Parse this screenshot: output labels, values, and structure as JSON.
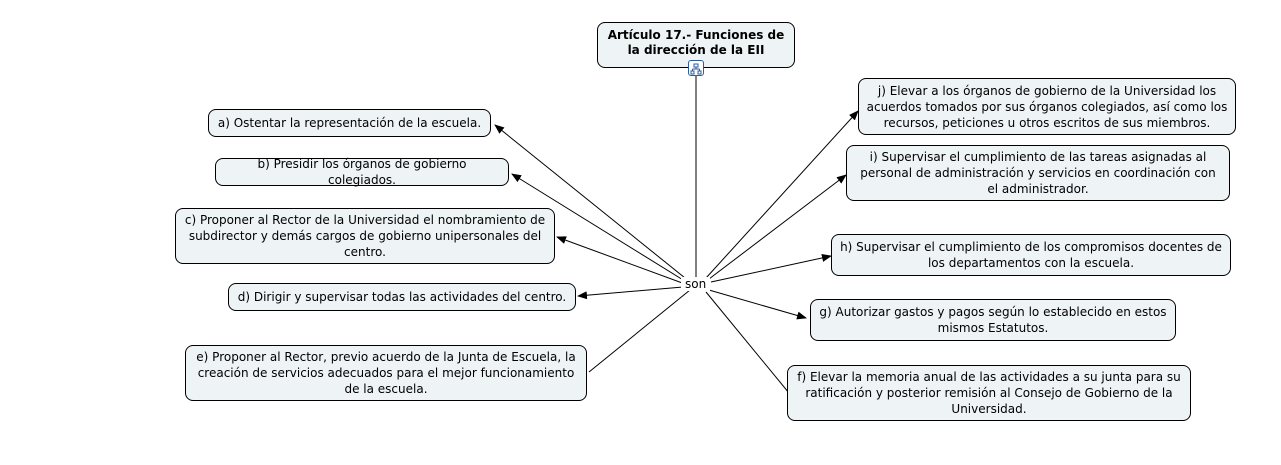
{
  "map": {
    "root": "Artículo 17.- Funciones de la dirección de la EII",
    "linker": "son",
    "concepts": {
      "a": "a) Ostentar la representación de la escuela.",
      "b": "b) Presidir los órganos de gobierno colegiados.",
      "c": "c) Proponer al Rector de la Universidad el nombramiento de subdirector y demás cargos de gobierno unipersonales del centro.",
      "d": "d) Dirigir y supervisar todas las actividades del centro.",
      "e": "e) Proponer al Rector, previo acuerdo de la Junta de Escuela, la creación de servicios adecuados para el mejor funcionamiento de la escuela.",
      "f": "f) Elevar la memoria anual de las actividades a su junta para su ratificación y posterior remisión al Consejo de Gobierno de la Universidad.",
      "g": "g) Autorizar gastos y pagos según lo establecido en estos mismos Estatutos.",
      "h": "h) Supervisar el cumplimiento de los compromisos docentes de los departamentos con la escuela.",
      "i": "i) Supervisar el cumplimiento de las tareas asignadas al personal de administración y servicios en coordinación con el administrador.",
      "j": "j) Elevar a los órganos de gobierno de la Universidad los acuerdos tomados por sus órganos colegiados, así como los recursos, peticiones u otros escritos de sus miembros."
    },
    "icons": {
      "root_icon": "concept-map-icon"
    },
    "colors": {
      "node_fill": "#eef3f6",
      "line": "#000000",
      "icon_border": "#2a5d9a"
    }
  }
}
